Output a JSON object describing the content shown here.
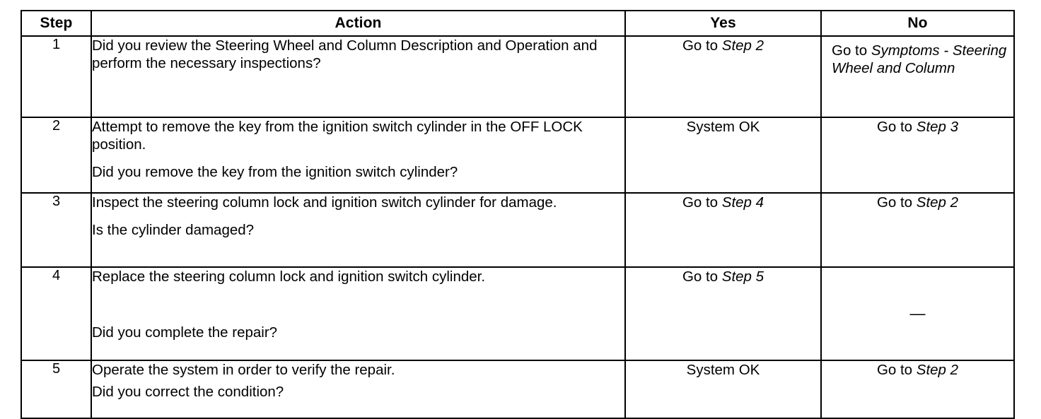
{
  "table": {
    "headers": {
      "step": "Step",
      "action": "Action",
      "yes": "Yes",
      "no": "No"
    },
    "rows": [
      {
        "step": "1",
        "action_line1": "Did you review the Steering Wheel and Column Description and Operation and perform the necessary inspections?",
        "action_line2": "",
        "yes_prefix": "Go to ",
        "yes_italic": "Step 2",
        "yes_suffix": "",
        "no_prefix": "Go to ",
        "no_italic": "Symptoms - Steering Wheel and Column",
        "no_suffix": ""
      },
      {
        "step": "2",
        "action_line1": "Attempt to remove the key from the ignition switch cylinder in the OFF LOCK position.",
        "action_line2": "Did you remove the key from the ignition switch cylinder?",
        "yes_prefix": "System OK",
        "yes_italic": "",
        "yes_suffix": "",
        "no_prefix": "Go to ",
        "no_italic": "Step 3",
        "no_suffix": ""
      },
      {
        "step": "3",
        "action_line1": "Inspect the steering column lock and ignition switch cylinder for damage.",
        "action_line2": "Is the cylinder damaged?",
        "yes_prefix": "Go to ",
        "yes_italic": "Step 4",
        "yes_suffix": "",
        "no_prefix": "Go to ",
        "no_italic": "Step 2",
        "no_suffix": ""
      },
      {
        "step": "4",
        "action_line1": "Replace the steering column lock and ignition switch cylinder.",
        "action_line2": "Did you complete the repair?",
        "yes_prefix": "Go to ",
        "yes_italic": "Step 5",
        "yes_suffix": "",
        "no_prefix": "—",
        "no_italic": "",
        "no_suffix": ""
      },
      {
        "step": "5",
        "action_line1": "Operate the system in order to verify the repair.",
        "action_line2": "Did you correct the condition?",
        "yes_prefix": "System OK",
        "yes_italic": "",
        "yes_suffix": "",
        "no_prefix": "Go to ",
        "no_italic": "Step 2",
        "no_suffix": ""
      }
    ]
  }
}
